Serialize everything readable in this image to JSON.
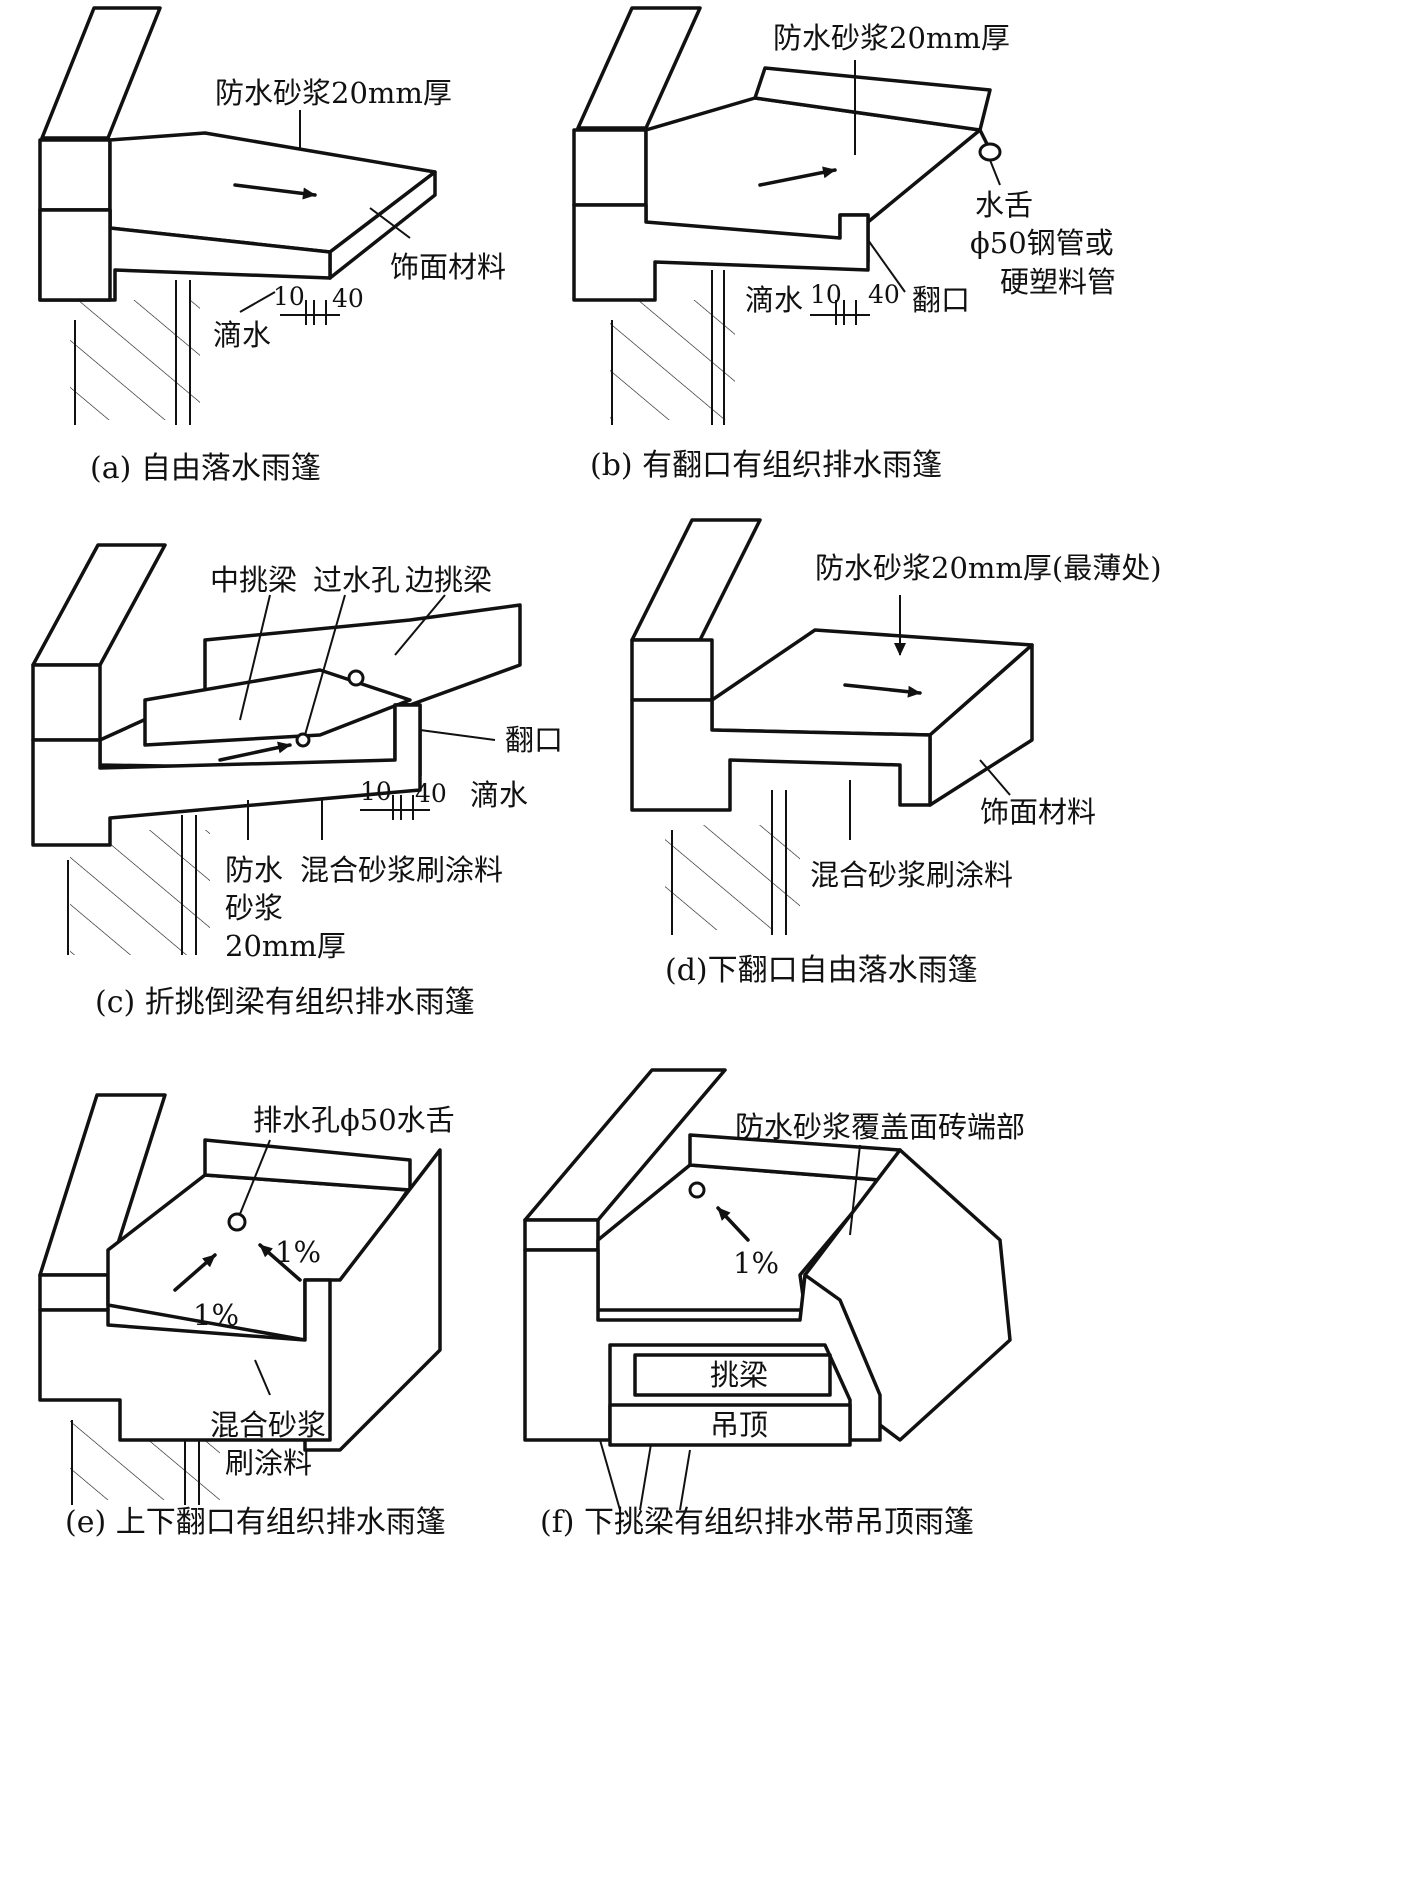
{
  "panels": [
    {
      "id": "a",
      "caption": "(a) 自由落水雨篷",
      "labels": {
        "mortar": "防水砂浆20mm厚",
        "finish": "饰面材料",
        "drip": "滴水",
        "dim_10": "10",
        "dim_40": "40"
      }
    },
    {
      "id": "b",
      "caption": "(b) 有翻口有组织排水雨篷",
      "labels": {
        "mortar": "防水砂浆20mm厚",
        "spout_1": "水舌",
        "spout_2": "ϕ50钢管或",
        "spout_3": "硬塑料管",
        "drip": "滴水",
        "dim_10": "10",
        "dim_40": "40",
        "upturn": "翻口"
      }
    },
    {
      "id": "c",
      "caption": "(c) 折挑倒梁有组织排水雨篷",
      "labels": {
        "mid_beam": "中挑梁",
        "hole": "过水孔",
        "edge_beam": "边挑梁",
        "upturn": "翻口",
        "dim_10": "10",
        "dim_40": "40",
        "drip": "滴水",
        "mortar_1": "防水",
        "mortar_2": "砂浆",
        "mortar_3": "20mm厚",
        "paint": "混合砂浆刷涂料"
      }
    },
    {
      "id": "d",
      "caption": "(d)下翻口自由落水雨篷",
      "labels": {
        "mortar": "防水砂浆20mm厚(最薄处)",
        "finish": "饰面材料",
        "paint": "混合砂浆刷涂料"
      }
    },
    {
      "id": "e",
      "caption": "(e) 上下翻口有组织排水雨篷",
      "labels": {
        "hole": "排水孔ϕ50水舌",
        "slope_1": "1%",
        "slope_2": "1%",
        "paint_1": "混合砂浆",
        "paint_2": "刷涂料"
      }
    },
    {
      "id": "f",
      "caption": "(f) 下挑梁有组织排水带吊顶雨篷",
      "labels": {
        "mortar": "防水砂浆覆盖面砖端部",
        "slope": "1%",
        "beam": "挑梁",
        "ceiling": "吊顶"
      }
    }
  ]
}
